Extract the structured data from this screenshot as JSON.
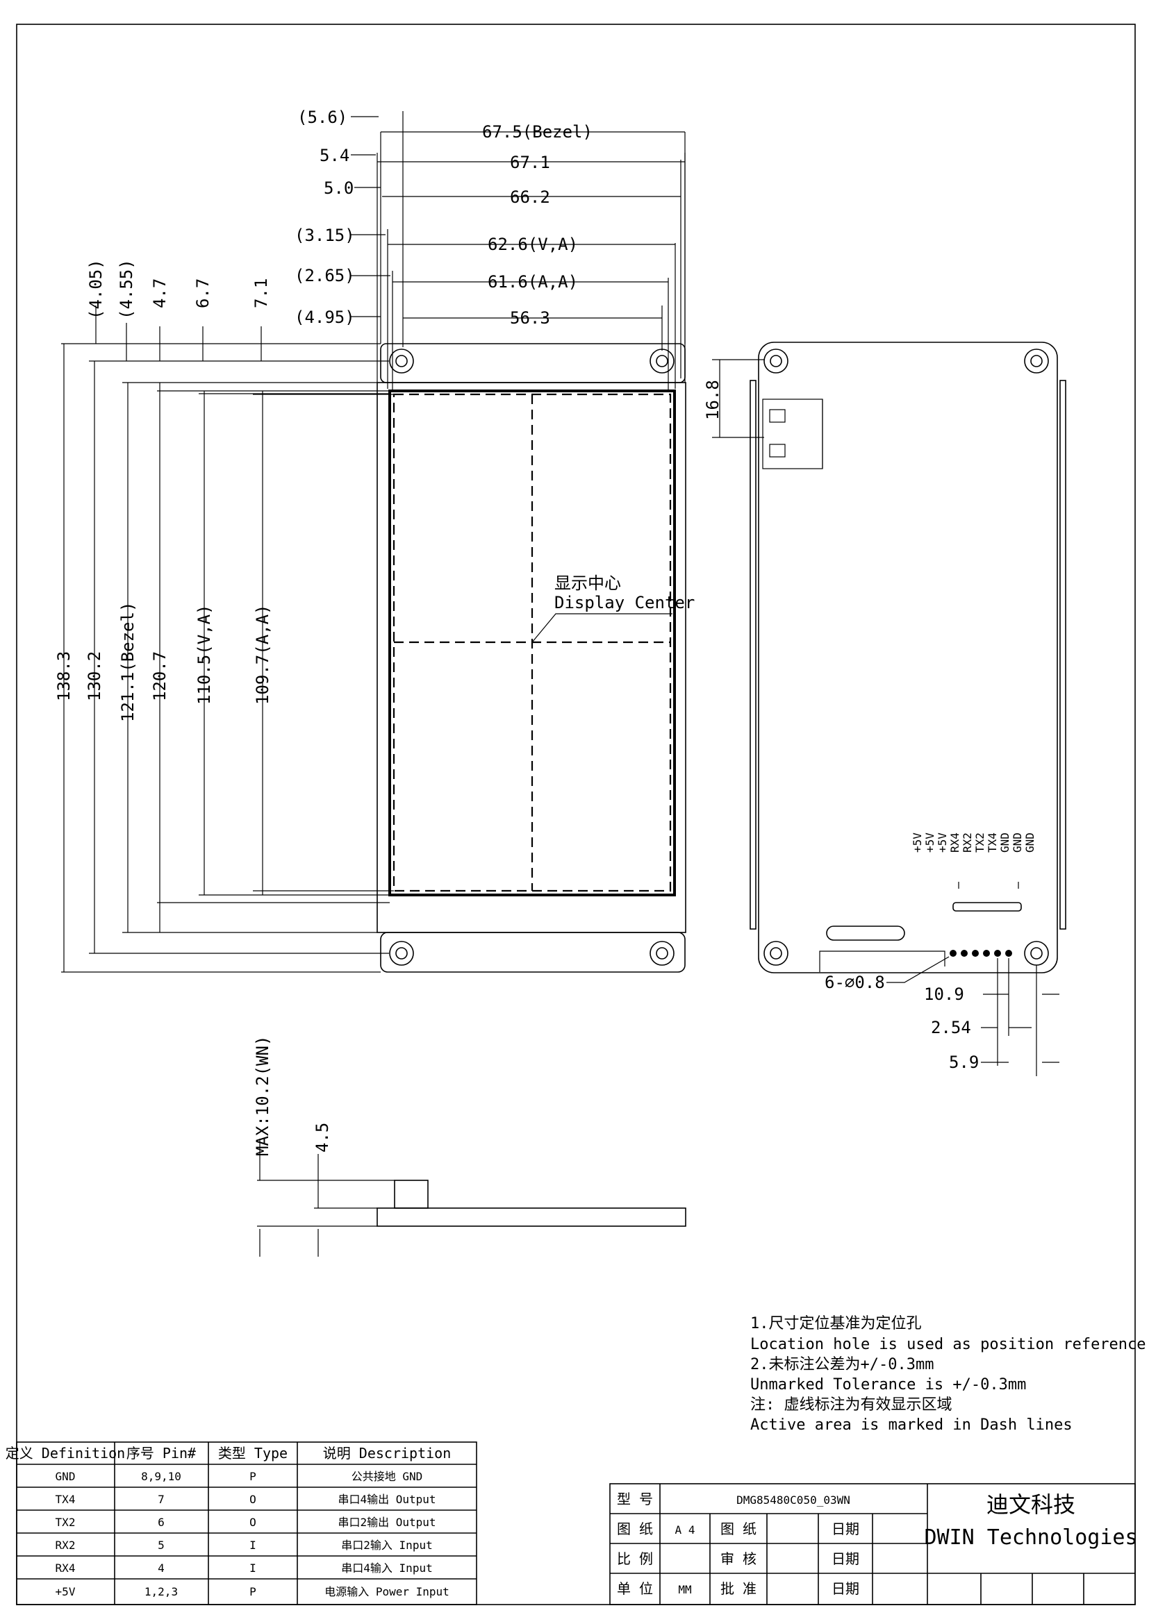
{
  "front_view": {
    "top_dims": [
      "(5.6)",
      "5.4",
      "5.0",
      "(3.15)",
      "(2.65)",
      "(4.95)"
    ],
    "width_dims": [
      "67.5(Bezel)",
      "67.1",
      "66.2",
      "62.6(V,A)",
      "61.6(A,A)",
      "56.3"
    ],
    "left_top_dims": [
      "(4.05)",
      "(4.55)",
      "4.7",
      "6.7",
      "7.1"
    ],
    "height_dims": [
      "138.3",
      "130.2",
      "121.1(Bezel)",
      "120.7",
      "110.5(V,A)",
      "109.7(A,A)"
    ],
    "center_label_cn": "显示中心",
    "center_label_en": "Display Center"
  },
  "back_view": {
    "dim_16_8": "16.8",
    "holes_label": "6-⌀0.8",
    "dim_10_9": "10.9",
    "dim_2_54": "2.54",
    "dim_5_9": "5.9",
    "pin_labels": [
      "GND",
      "GND",
      "GND",
      "TX4",
      "TX2",
      "RX2",
      "RX4",
      "+5V",
      "+5V",
      "+5V"
    ]
  },
  "side_view": {
    "max_height": "MAX:10.2(WN)",
    "dim_4_5": "4.5"
  },
  "notes": [
    "1.尺寸定位基准为定位孔",
    "Location hole is used as position reference.",
    "2.未标注公差为+/-0.3mm",
    "Unmarked Tolerance is +/-0.3mm",
    "注: 虚线标注为有效显示区域",
    "Active area is marked in Dash lines"
  ],
  "pin_table": {
    "headers": [
      "定义 Definition",
      "序号 Pin#",
      "类型 Type",
      "说明 Description"
    ],
    "rows": [
      [
        "GND",
        "8,9,10",
        "P",
        "公共接地 GND"
      ],
      [
        "TX4",
        "7",
        "O",
        "串口4输出 Output"
      ],
      [
        "TX2",
        "6",
        "O",
        "串口2输出 Output"
      ],
      [
        "RX2",
        "5",
        "I",
        "串口2输入 Input"
      ],
      [
        "RX4",
        "4",
        "I",
        "串口4输入 Input"
      ],
      [
        "+5V",
        "1,2,3",
        "P",
        "电源输入 Power Input"
      ]
    ]
  },
  "title_block": {
    "model_label": "型 号",
    "model_value": "DMG85480C050_03WN",
    "drawing_label": "图 纸",
    "drawing_value": "A 4",
    "drawing_label2": "图 纸",
    "date_label": "日期",
    "scale_label": "比 例",
    "review_label": "审 核",
    "unit_label": "单 位",
    "unit_value": "MM",
    "approve_label": "批 准",
    "company_cn": "迪文科技",
    "company_en": "DWIN Technologies"
  }
}
